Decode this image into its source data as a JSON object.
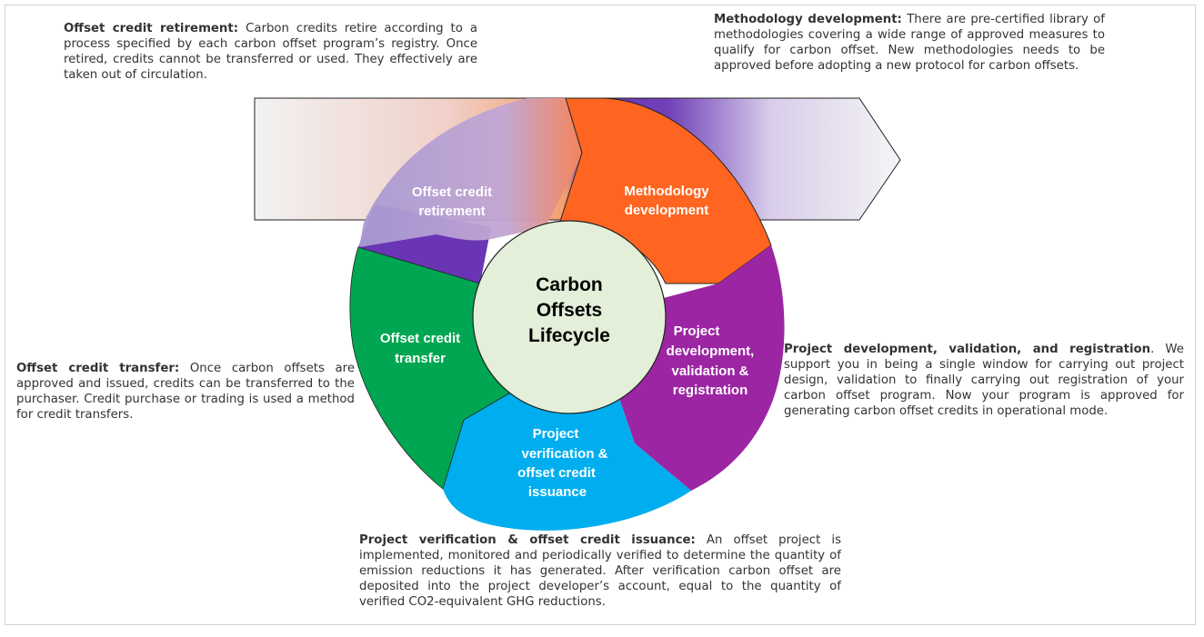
{
  "center": {
    "line1": "Carbon",
    "line2": "Offsets",
    "line3": "Lifecycle"
  },
  "segments": {
    "retirement": {
      "line1": "Offset credit",
      "line2": "retirement",
      "color": "#b2a3d6"
    },
    "methodology": {
      "line1": "Methodology",
      "line2": "development",
      "color": "#ff6520"
    },
    "development": {
      "line1": "Project",
      "line2": "development,",
      "line3": "validation &",
      "line4": "registration",
      "color": "#9c25a3"
    },
    "verification": {
      "line1": "Project",
      "line2": "verification &",
      "line3": "offset credit",
      "line4": "issuance",
      "color": "#00aeef"
    },
    "transfer": {
      "line1": "Offset credit",
      "line2": "transfer",
      "color": "#00a651"
    },
    "purple_wedge": {
      "color": "#6a35b5"
    }
  },
  "descriptions": {
    "retirement": {
      "title": "Offset credit retirement:",
      "text": "Carbon credits retire according to a process specified by each carbon offset program’s registry. Once retired, credits cannot be transferred or used. They effectively are taken out of circulation."
    },
    "methodology": {
      "title": "Methodology development:",
      "text": "There are pre-certified library of methodologies covering a wide range of approved measures to qualify for carbon offset. New methodologies needs to be approved before adopting a new protocol for carbon offsets."
    },
    "development": {
      "title": "Project development, validation, and registration",
      "text": ". We support you in being a single window for carrying out project design, validation to finally carrying out registration of your carbon offset program. Now your program is approved for generating carbon offset credits in operational mode."
    },
    "transfer": {
      "title": "Offset credit transfer:",
      "text": "Once carbon offsets are approved and issued, credits can be transferred to the purchaser. Credit purchase or trading is used a method for credit transfers."
    },
    "verification": {
      "title": "Project verification & offset credit issuance:",
      "text": "An offset project is implemented, monitored and periodically verified to determine the quantity of emission reductions it has generated. After verification carbon offset are deposited into the project developer’s account, equal to the quantity of verified CO2-equivalent GHG reductions."
    }
  }
}
